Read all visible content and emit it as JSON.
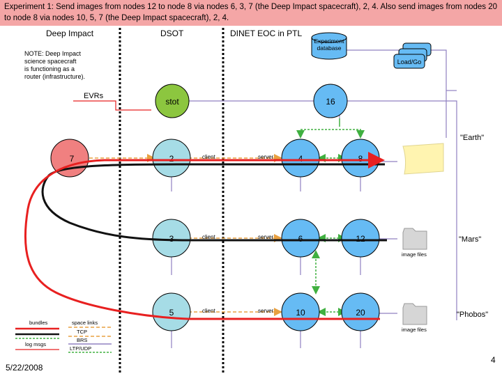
{
  "header": {
    "title": "Experiment 1: Send images from nodes 12 to node 8 via nodes 6, 3, 7 (the Deep Impact spacecraft), 2, 4.  Also send images from nodes 20 to node 8 via nodes 10, 5, 7 (the Deep Impact spacecraft), 2, 4."
  },
  "columns": {
    "deep_impact": "Deep Impact",
    "dsot": "DSOT",
    "dinet_eoc": "DINET EOC in PTL"
  },
  "note": {
    "line1": "NOTE: Deep Impact",
    "line2": "science spacecraft",
    "line3": "is functioning as a",
    "line4": "router (infrastructure)."
  },
  "labels": {
    "evrs": "EVRs",
    "experiment_db_1": "Experiment",
    "experiment_db_2": "database",
    "load_go": "Load/Go",
    "earth": "\"Earth\"",
    "mars": "\"Mars\"",
    "phobos": "\"Phobos\"",
    "image_files_mars": "image files",
    "image_files_phobos": "image files",
    "client": "client",
    "server": "server"
  },
  "nodes": {
    "n7": "7",
    "n2": "2",
    "n3": "3",
    "n5": "5",
    "n4": "4",
    "n8": "8",
    "n6": "6",
    "n12": "12",
    "n10": "10",
    "n20": "20",
    "stot": "stot",
    "n16": "16"
  },
  "legend": {
    "bundles": "bundles",
    "log_msgs": "log msgs",
    "space_links": "space links",
    "tcp": "TCP",
    "brs": "BRS",
    "ltp_udp": "LTP/UDP"
  },
  "footer": {
    "date": "5/22/2008",
    "page": "4"
  },
  "colors": {
    "header_bg": "#f4a6a6",
    "node_blue": "#66bbf4",
    "node_lightblue": "#a6dce6",
    "node_red": "#f08080",
    "node_green": "#8cc63f",
    "bundle_red": "#e82020",
    "bundle_black": "#111111",
    "tcp_orange": "#e8a040",
    "brs_purple": "#9080c0",
    "ltp_green": "#40b040",
    "earth_yellow": "#fff4b0"
  }
}
